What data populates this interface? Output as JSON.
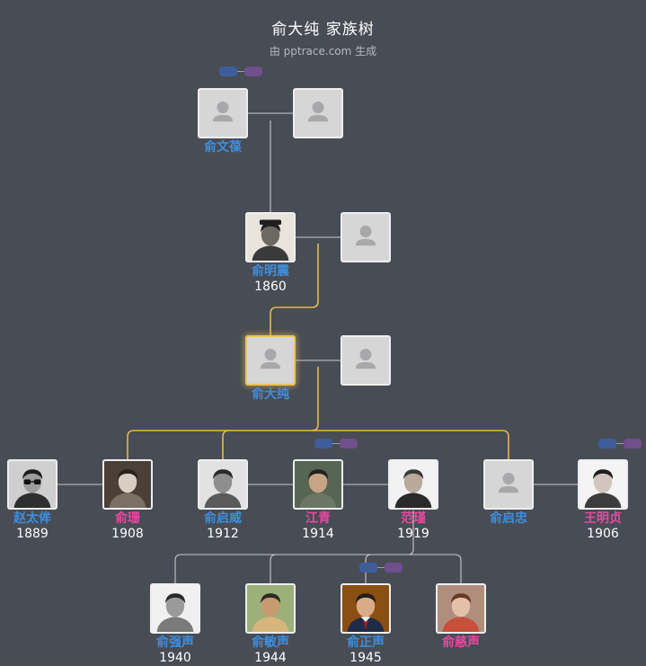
{
  "header": {
    "title": "俞大纯 家族树",
    "subtitle": "由 pptrace.com 生成"
  },
  "colors": {
    "background": "#484c55",
    "line": "#c8c8c8",
    "highlight_line": "#e8b84a",
    "male_name": "#3d8fdf",
    "female_name": "#e64aa0"
  },
  "people": [
    {
      "id": "yu_wenbao",
      "name": "俞文葆",
      "year": "",
      "gender": "male",
      "photo": "placeholder-avatar-icon"
    },
    {
      "id": "yu_wenbao_spouse",
      "name": "",
      "year": "",
      "gender": "",
      "photo": "placeholder-avatar-icon"
    },
    {
      "id": "yu_mingzhen",
      "name": "俞明震",
      "year": "1860",
      "gender": "male",
      "photo": "portrait-photo"
    },
    {
      "id": "yu_mingzhen_spouse",
      "name": "",
      "year": "",
      "gender": "",
      "photo": "placeholder-avatar-icon"
    },
    {
      "id": "yu_dachun",
      "name": "俞大纯",
      "year": "",
      "gender": "male",
      "photo": "placeholder-avatar-icon",
      "selected": true
    },
    {
      "id": "yu_dachun_spouse",
      "name": "",
      "year": "",
      "gender": "",
      "photo": "placeholder-avatar-icon"
    },
    {
      "id": "zhao_taimou",
      "name": "赵太侔",
      "year": "1889",
      "gender": "male",
      "photo": "portrait-photo"
    },
    {
      "id": "yu_shan",
      "name": "俞珊",
      "year": "1908",
      "gender": "female",
      "photo": "portrait-photo"
    },
    {
      "id": "yu_qiwei",
      "name": "俞启威",
      "year": "1912",
      "gender": "male",
      "photo": "portrait-photo"
    },
    {
      "id": "jiang_qing",
      "name": "江青",
      "year": "1914",
      "gender": "female",
      "photo": "portrait-photo"
    },
    {
      "id": "fan_jin",
      "name": "范瑾",
      "year": "1919",
      "gender": "female",
      "photo": "portrait-photo"
    },
    {
      "id": "yu_qizhong",
      "name": "俞启忠",
      "year": "",
      "gender": "male",
      "photo": "placeholder-avatar-icon"
    },
    {
      "id": "wang_mingzhen",
      "name": "王明贞",
      "year": "1906",
      "gender": "female",
      "photo": "portrait-photo"
    },
    {
      "id": "yu_qiangsheng",
      "name": "俞强声",
      "year": "1940",
      "gender": "male",
      "photo": "portrait-photo"
    },
    {
      "id": "yu_minsheng",
      "name": "俞敏声",
      "year": "1944",
      "gender": "male",
      "photo": "portrait-photo"
    },
    {
      "id": "yu_zhengsheng",
      "name": "俞正声",
      "year": "1945",
      "gender": "male",
      "photo": "portrait-photo"
    },
    {
      "id": "yu_cisheng",
      "name": "俞慈声",
      "year": "",
      "gender": "female",
      "photo": "portrait-photo"
    }
  ],
  "controls": {
    "expand_icon": "expand-toggle-icon",
    "family_icon": "family-toggle-icon"
  }
}
